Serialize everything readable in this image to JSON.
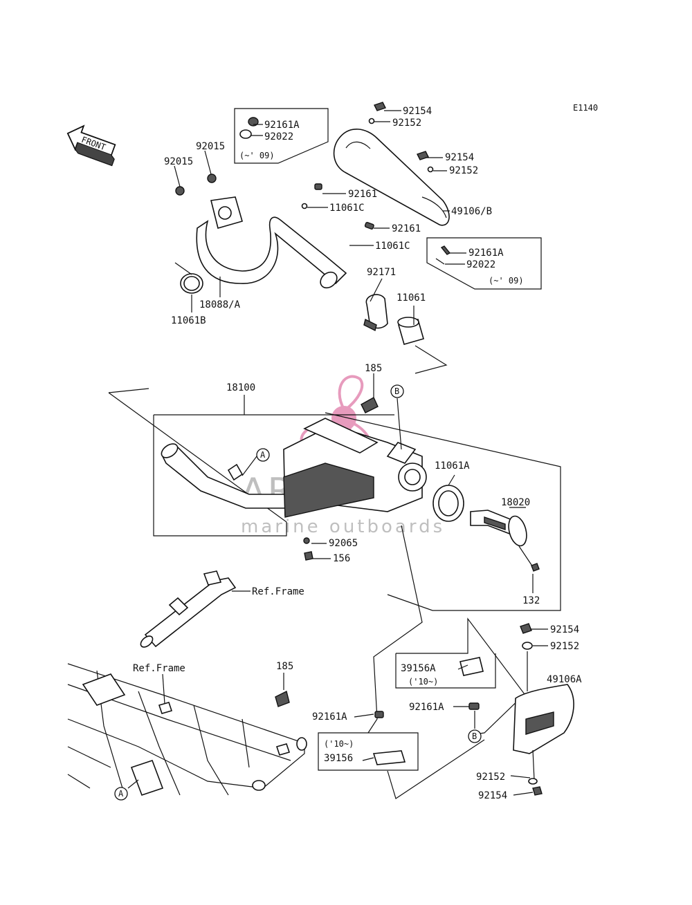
{
  "diagram_code": "E1140",
  "front_label": "FRONT",
  "watermark": {
    "brand": "ARMADA",
    "tagline": "marine outboards",
    "brand_color": "#e07aa8"
  },
  "parts": [
    "92154",
    "92152",
    "92161A",
    "92022",
    "(~' 09)",
    "92015",
    "92015",
    "92154",
    "92152",
    "92161",
    "11061C",
    "49106/B",
    "92161",
    "11061C",
    "92161A",
    "92022",
    "(~' 09)",
    "92171",
    "11061",
    "11061B",
    "18088/A",
    "185",
    "18100",
    "11061A",
    "18020",
    "92065",
    "156",
    "132",
    "Ref.Frame",
    "92154",
    "92152",
    "49106A",
    "39156A",
    "('10~)",
    "92161A",
    "Ref.Frame",
    "185",
    "92161A",
    "('10~)",
    "39156",
    "92152",
    "92154"
  ],
  "callouts": [
    "A",
    "B",
    "A",
    "B"
  ]
}
